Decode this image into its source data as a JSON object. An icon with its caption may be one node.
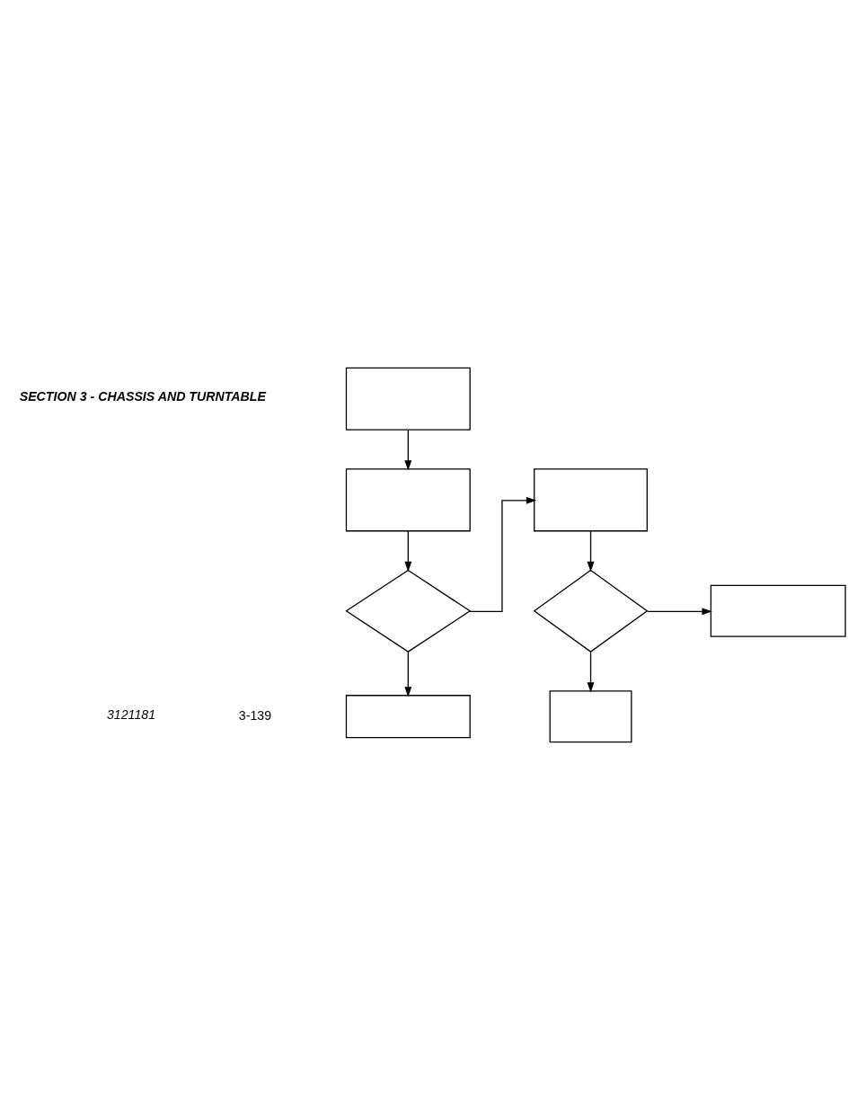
{
  "diagram": {
    "nodes": [
      {
        "text": [],
        "shape": "box"
      },
      {
        "text": [],
        "shape": "box"
      },
      {
        "text": [],
        "shape": "box"
      },
      {
        "text": [],
        "shape": "diamond"
      },
      {
        "text": [],
        "shape": "diamond"
      },
      {
        "text": [],
        "shape": "box"
      },
      {
        "text": [],
        "shape": "box"
      },
      {
        "text": [],
        "shape": "box"
      }
    ],
    "edges": [
      {
        "from": 0,
        "to": 1,
        "arrow": "to"
      },
      {
        "from": 1,
        "to": 3,
        "arrow": "to"
      },
      {
        "from": 3,
        "to": 2,
        "arrow": "to"
      },
      {
        "from": 2,
        "to": 4,
        "arrow": "to"
      },
      {
        "from": 4,
        "to": 5,
        "arrow": "to"
      },
      {
        "from": 3,
        "to": 6,
        "arrow": "to"
      },
      {
        "from": 4,
        "to": 7,
        "arrow": "to"
      }
    ],
    "labels": [
      "SECTION 3 - CHASSIS AND TURNTABLE",
      "3121181",
      "3-139"
    ]
  }
}
